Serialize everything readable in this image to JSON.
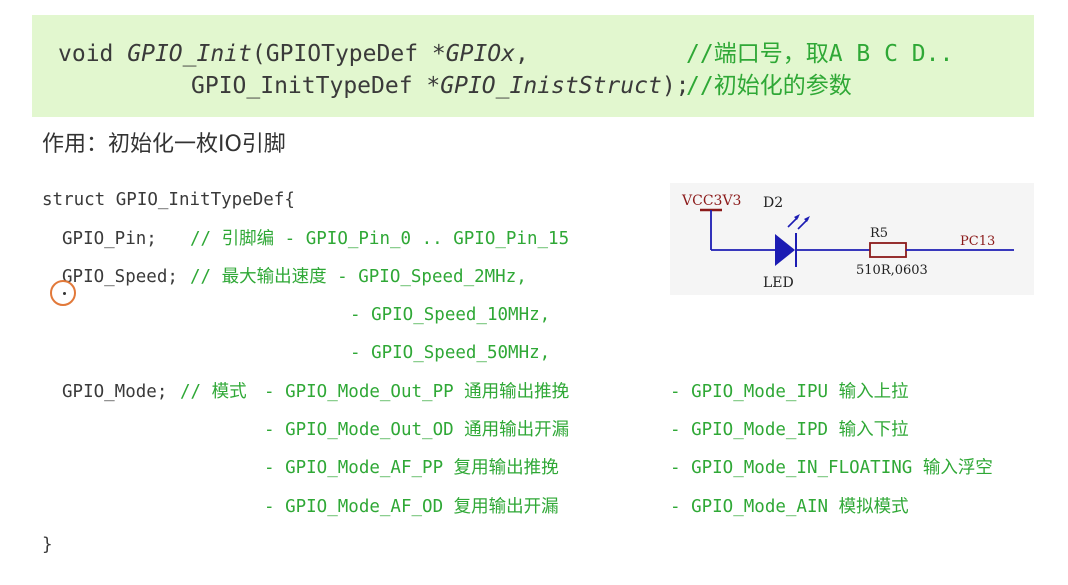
{
  "proto": {
    "line1": {
      "ret": "void ",
      "func": "GPIO_Init",
      "open": "(GPIOTypeDef *",
      "param1": "GPIOx",
      "comma": ",",
      "comment": "//端口号，取A B C D.."
    },
    "line2": {
      "type": "GPIO_InitTypeDef *",
      "param2": "GPIO_InistStruct",
      "close": ");",
      "comment": "//初始化的参数"
    }
  },
  "note": "作用：初始化一枚IO引脚",
  "struct": {
    "head": "struct GPIO_InitTypeDef{",
    "pin": {
      "field": "GPIO_Pin;",
      "comment": "// 引脚编 - GPIO_Pin_0 .. GPIO_Pin_15"
    },
    "speed": {
      "field": "GPIO_Speed;",
      "comment": "// 最大输出速度 - GPIO_Speed_2MHz,",
      "opt2": "- GPIO_Speed_10MHz,",
      "opt3": "- GPIO_Speed_50MHz,"
    },
    "mode": {
      "field": "GPIO_Mode;",
      "comment": "// 模式",
      "left": [
        "- GPIO_Mode_Out_PP 通用输出推挽",
        "- GPIO_Mode_Out_OD 通用输出开漏",
        "- GPIO_Mode_AF_PP 复用输出推挽",
        "- GPIO_Mode_AF_OD 复用输出开漏"
      ],
      "right": [
        "- GPIO_Mode_IPU 输入上拉",
        "- GPIO_Mode_IPD 输入下拉",
        "- GPIO_Mode_IN_FLOATING 输入浮空",
        "- GPIO_Mode_AIN 模拟模式"
      ]
    },
    "close": "}"
  },
  "circuit": {
    "vcc": "VCC3V3",
    "diode": "D2",
    "led": "LED",
    "resistor": "R5",
    "value": "510R,0603",
    "net": "PC13"
  },
  "colors": {
    "box_bg": "#e2f7cf",
    "comment": "#2fa836",
    "wire": "#1c1cb3",
    "vcc": "#8b1a1a"
  }
}
